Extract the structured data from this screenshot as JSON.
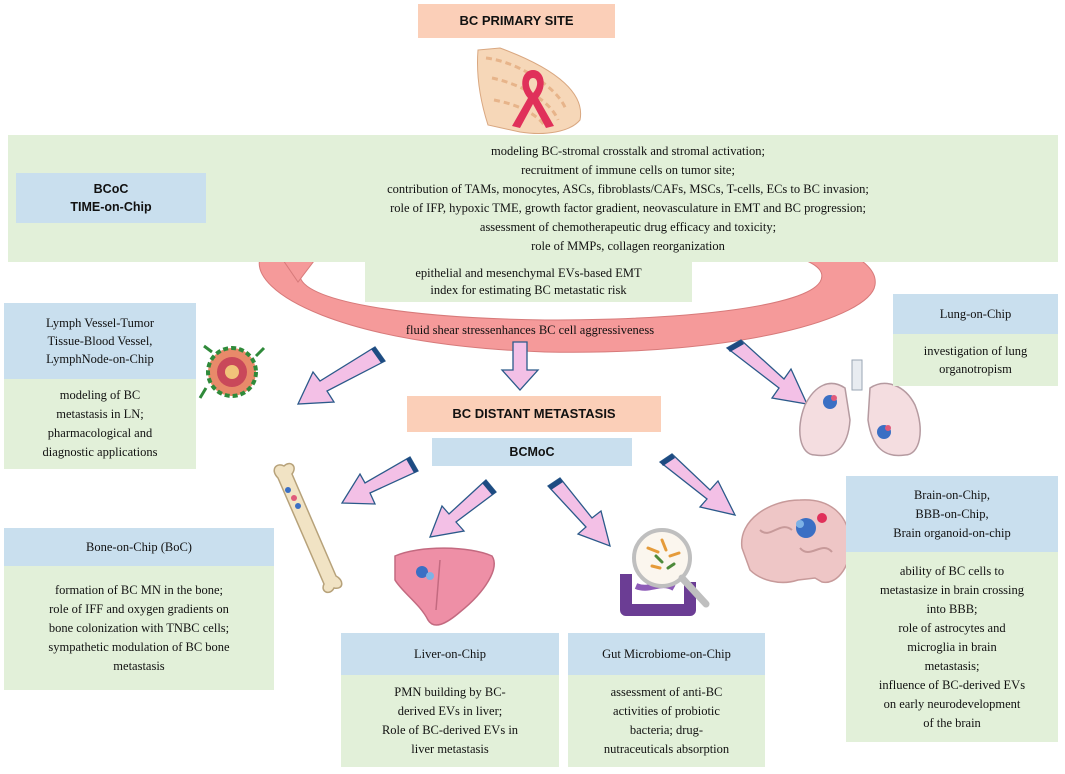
{
  "primary_site": {
    "label": "BC PRIMARY SITE"
  },
  "bcoc": {
    "title_lines": [
      "BCoC",
      "TIME-on-Chip"
    ],
    "description_lines": [
      "modeling BC-stromal crosstalk and stromal activation;",
      "recruitment of immune cells on tumor site;",
      "contribution of TAMs, monocytes, ASCs, fibroblasts/CAFs, MSCs, T-cells, ECs to BC invasion;",
      "role of IFP, hypoxic TME, growth factor gradient, neovasculature in EMT and BC progression;",
      "assessment of chemotherapeutic drug efficacy and toxicity;",
      "role of MMPs, collagen reorganization"
    ]
  },
  "emt": {
    "lines": [
      "epithelial and mesenchymal EVs-based EMT",
      "index for estimating BC metastatic risk"
    ]
  },
  "fluid_shear": {
    "label": "fluid shear stressenhances BC cell aggressiveness"
  },
  "lymph": {
    "title_lines": [
      "Lymph Vessel-Tumor",
      "Tissue-Blood Vessel,",
      "LymphNode-on-Chip"
    ],
    "description_lines": [
      "modeling of BC",
      "metastasis in LN;",
      "pharmacological and",
      "diagnostic applications"
    ]
  },
  "lung": {
    "title": "Lung-on-Chip",
    "description_lines": [
      "investigation of lung",
      "organotropism"
    ]
  },
  "distant": {
    "label": "BC DISTANT METASTASIS",
    "moc_label": "BCMoC"
  },
  "bone": {
    "title": "Bone-on-Chip (BoC)",
    "description_lines": [
      "formation of BC MN  in the bone;",
      "role of  IFF and oxygen gradients on",
      "bone colonization with TNBC cells;",
      "sympathetic modulation of BC bone",
      "metastasis"
    ]
  },
  "liver": {
    "title": "Liver-on-Chip",
    "description_lines": [
      "PMN  building by BC-",
      "derived EVs in liver;",
      "Role of BC-derived EVs in",
      "liver metastasis"
    ]
  },
  "gut": {
    "title": "Gut Microbiome-on-Chip",
    "description_lines": [
      "assessment of anti-BC",
      "activities of probiotic",
      "bacteria; drug-",
      "nutraceuticals absorption"
    ]
  },
  "brain": {
    "title_lines": [
      "Brain-on-Chip,",
      "BBB-on-Chip,",
      "Brain organoid-on-chip"
    ],
    "description_lines": [
      "ability of BC cells to",
      "metastasize in brain crossing",
      "into BBB;",
      "role of astrocytes and",
      "microglia in brain",
      "metastasis;",
      "influence of BC-derived EVs",
      "on early neurodevelopment",
      "of the brain"
    ]
  },
  "colors": {
    "green_box": "#e2f0d9",
    "blue_box": "#c9dfee",
    "salmon_box": "#fbcfb8",
    "ring": "#f59a9a",
    "arrow_fill": "#f3c0e6",
    "arrow_stroke": "#2b5a8a"
  },
  "icons": [
    "breast-tissue-icon",
    "awareness-ribbon-icon",
    "lymph-node-icon",
    "lungs-icon",
    "bone-icon",
    "liver-icon",
    "intestine-microbiome-icon",
    "brain-icon"
  ]
}
